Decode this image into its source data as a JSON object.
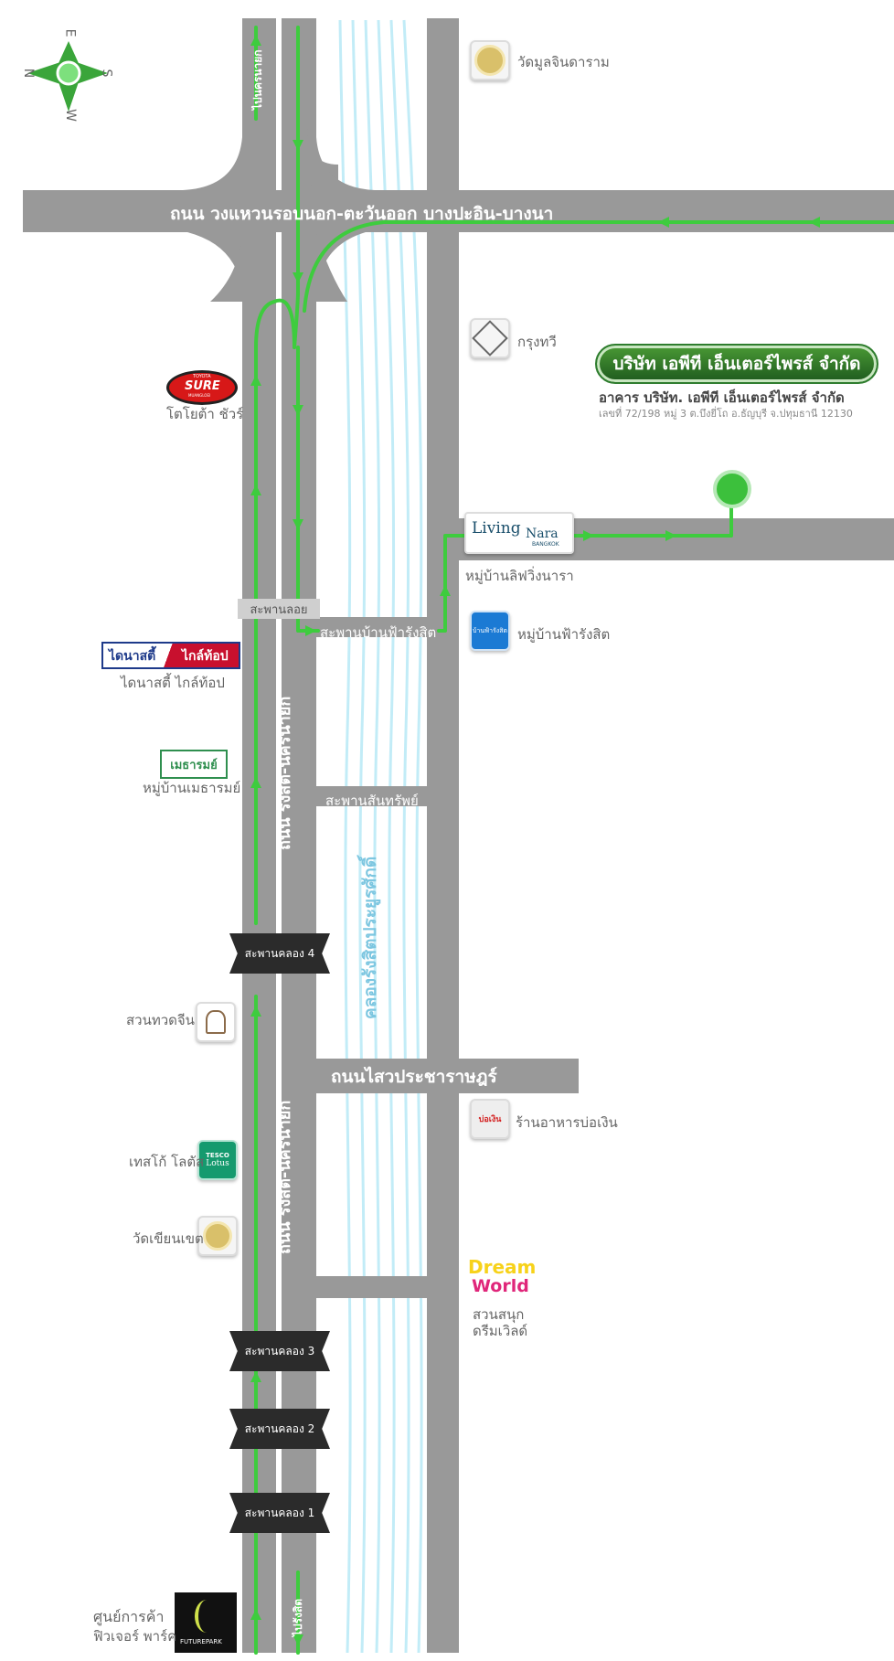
{
  "compass": {
    "north": "N",
    "east": "E",
    "south": "S",
    "west": "W",
    "icon": "compass-icon"
  },
  "roads": {
    "ring_road": "ถนน วงแหวนรอบนอก-ตะวันออก บางปะอิน-บางนา",
    "rangsit_upper": "ถนน รังสิต-นครนายก",
    "rangsit_lower": "ถนน รังสิต-นครนายก",
    "sai_prachasaat": "ถนนไสวประชาราษฎร์",
    "to_nakhon_nayok": "ไปนครนายก",
    "to_rangsit": "ไปรังสิต"
  },
  "canal": "คลองรังสิตประยูรศักดิ์",
  "bridges": {
    "loi": "สะพานลอย",
    "fah_rangsit": "สะพานบ้านฟ้ารังสิต",
    "sap": "สะพานสันทรัพย์",
    "khlong4": "สะพานคลอง 4",
    "khlong3": "สะพานคลอง 3",
    "khlong2": "สะพานคลอง 2",
    "khlong1": "สะพานคลอง 1"
  },
  "company": {
    "badge": "บริษัท เอพีที เอ็นเตอร์ไพรส์ จำกัด",
    "building": "อาคาร บริษัท. เอพีที เอ็นเตอร์ไพรส์ จำกัด",
    "address": "เลขที่ 72/198 หมู่ 3 ต.บึงยี่โถ อ.ธัญบุรี จ.ปทุมธานี 12130"
  },
  "places": {
    "wat_mun": "วัดมูลจินดาราม",
    "krungthavi": "กรุงทวี",
    "toyota_sure": "โตโยต้า ชัวร์",
    "living_nara": "หมู่บ้านลิฟวิ่งนารา",
    "fah_rangsit_village": "หมู่บ้านฟ้ารังสิต",
    "dynasty": "ไดนาสตี้ ไกล์ท้อป",
    "maethanam": "หมู่บ้านเมธารมย์",
    "suan_thuad": "สวนทวดจีน",
    "restaurant": "ร้านอาหารบ่อเงิน",
    "tesco": "เทสโก้ โลตัส",
    "wat_khian": "วัดเขียนเขต",
    "dreamworld_1": "สวนสนุก",
    "dreamworld_2": "ดรีมเวิลด์",
    "futurepark_1": "ศูนย์การค้า",
    "futurepark_2": "ฟิวเจอร์ พาร์ค"
  },
  "logos": {
    "sure_top": "TOYOTA",
    "sure_main": "SURE",
    "sure_sub": "MUANGLOEI",
    "living": "Living",
    "nara": "Nara",
    "living_sub": "BANGKOK",
    "fah_logo": "บ้านฟ้ารังสิต",
    "dynasty_left": "ไดนาสตี้",
    "dynasty_right": "ไกล์ท้อป",
    "maethanam_logo": "เมธารมย์",
    "tesco_1": "TESCO",
    "tesco_2": "Lotus",
    "dream": "Dream",
    "world": "World",
    "future": "FUTUREPARK",
    "bongoen": "บ่อเงิน"
  },
  "colors": {
    "road": "#999999",
    "route": "#3ecc3e",
    "canal": "#c2ecf7",
    "destination": "#3cc03c"
  }
}
